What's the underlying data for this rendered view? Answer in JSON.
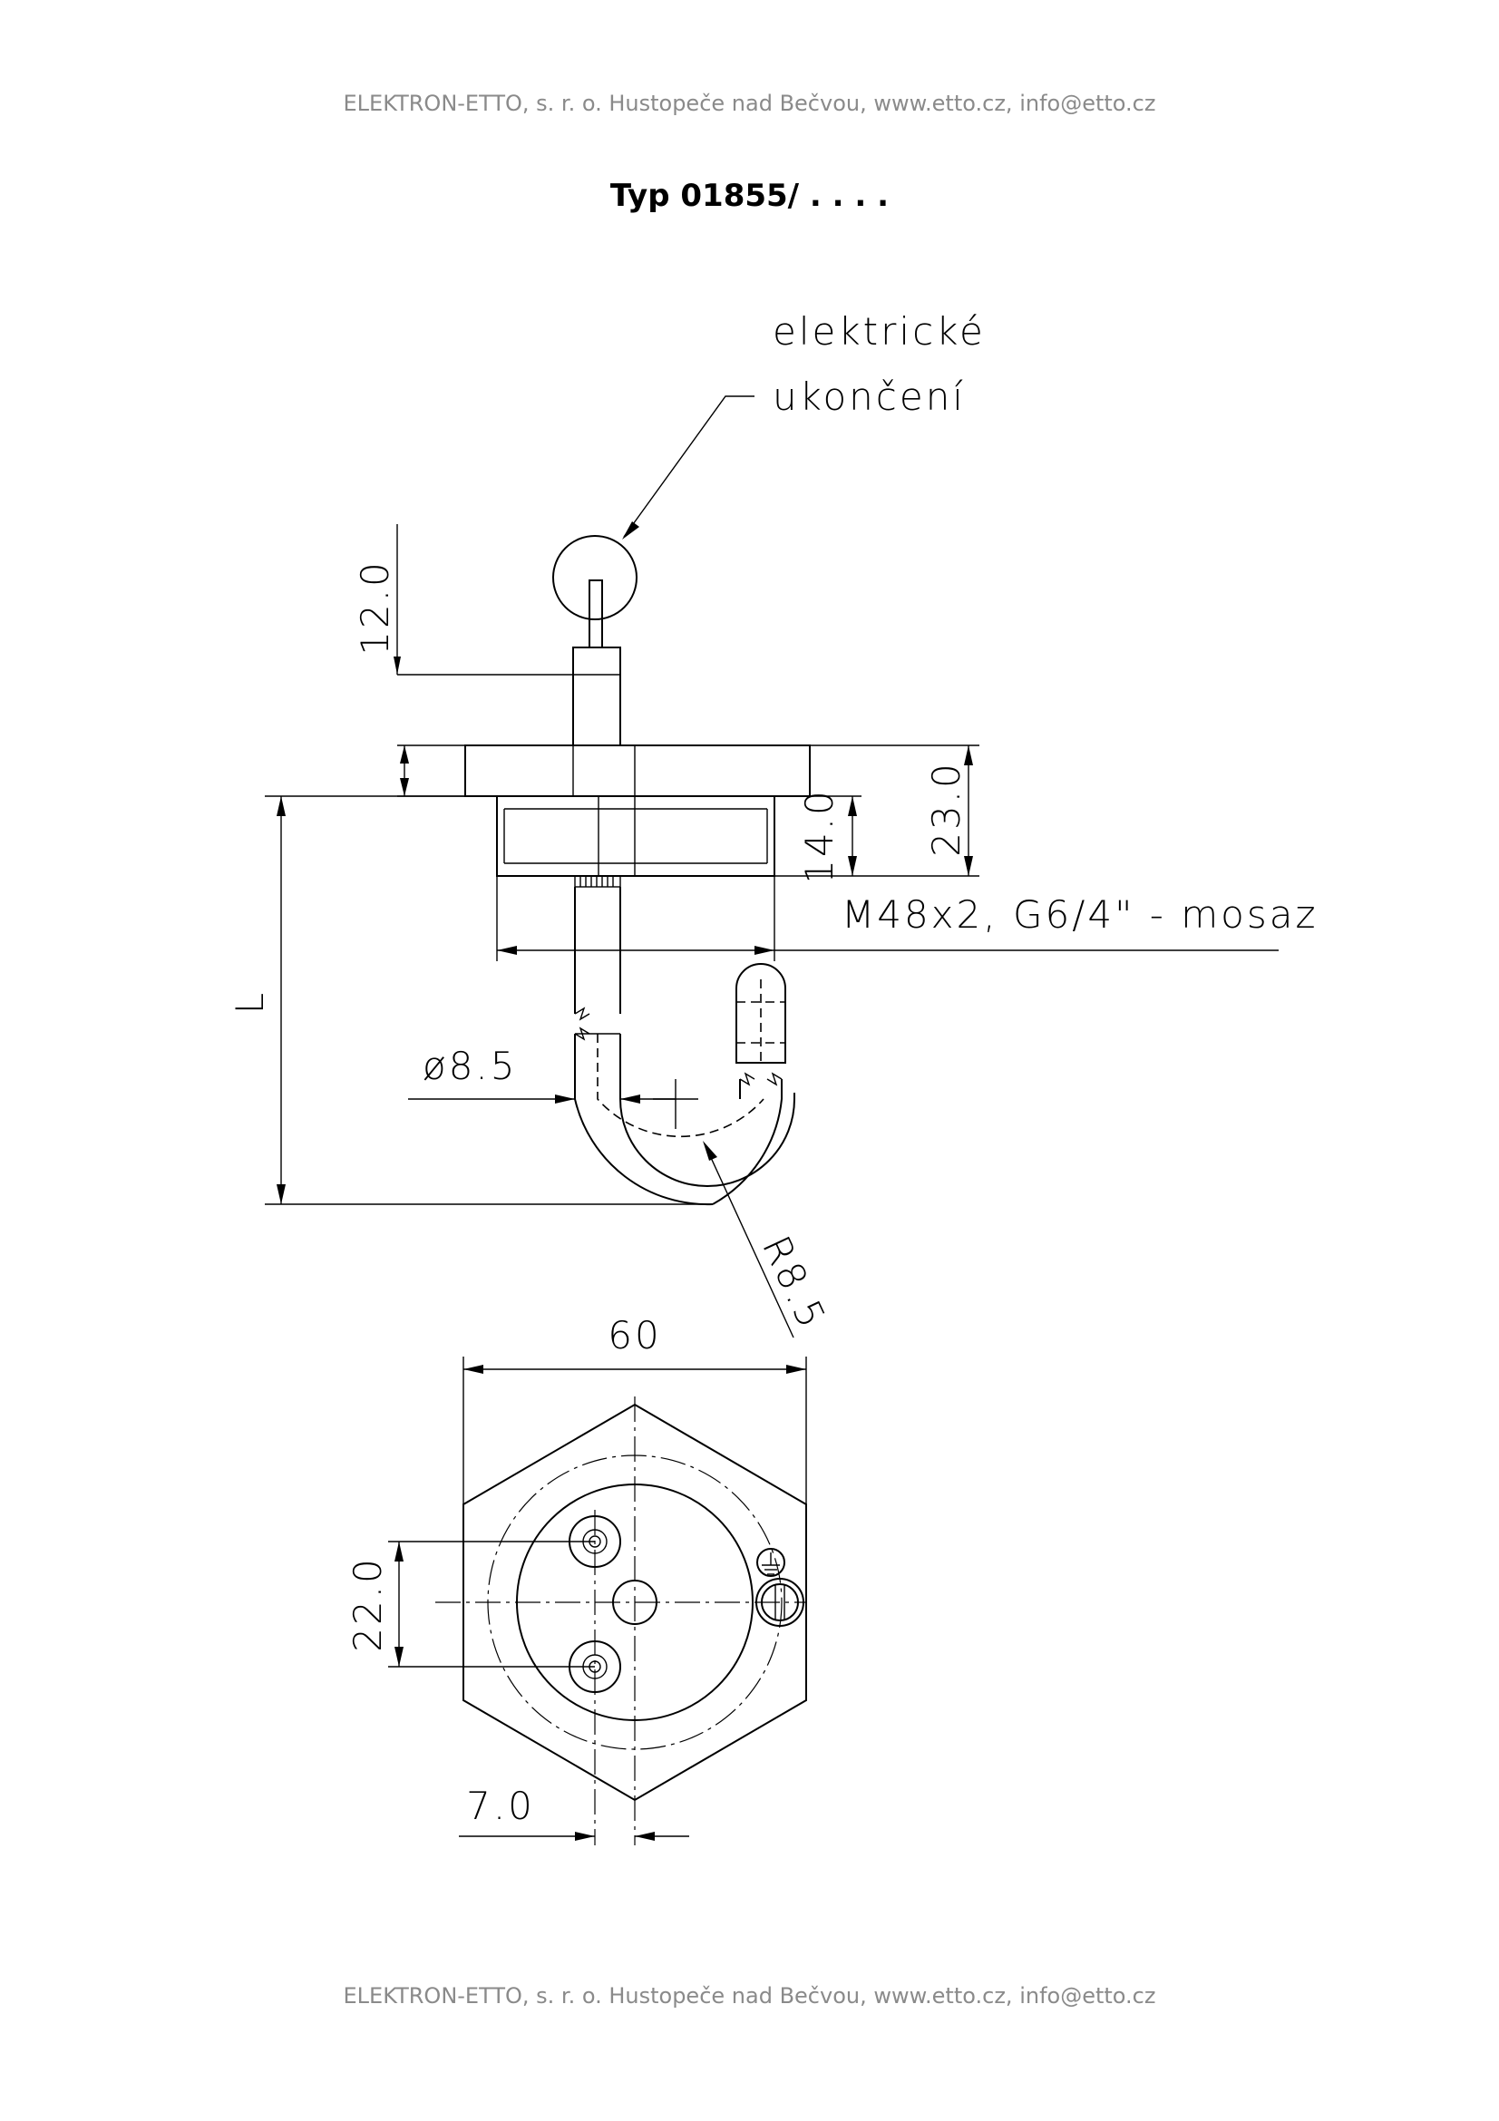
{
  "header": {
    "text": "ELEKTRON-ETTO, s. r. o. Hustopeče nad Bečvou, www.etto.cz, info@etto.cz"
  },
  "footer": {
    "text": "ELEKTRON-ETTO, s. r. o. Hustopeče nad Bečvou, www.etto.cz, info@etto.cz"
  },
  "title": "Typ 01855/ . . . .",
  "labels": {
    "termination_line1": "elektrické",
    "termination_line2": "ukončení",
    "dim_pin": "12.0",
    "dim_flange_total": "23.0",
    "dim_thread": "14.0",
    "thread_spec": "M48x2, G6/4\" - mosaz",
    "dim_length": "L",
    "dim_tube_dia": "ø8.5",
    "dim_radius": "R8.5",
    "dim_hex": "60",
    "dim_spacing": "22.0",
    "dim_offset": "7.0"
  }
}
